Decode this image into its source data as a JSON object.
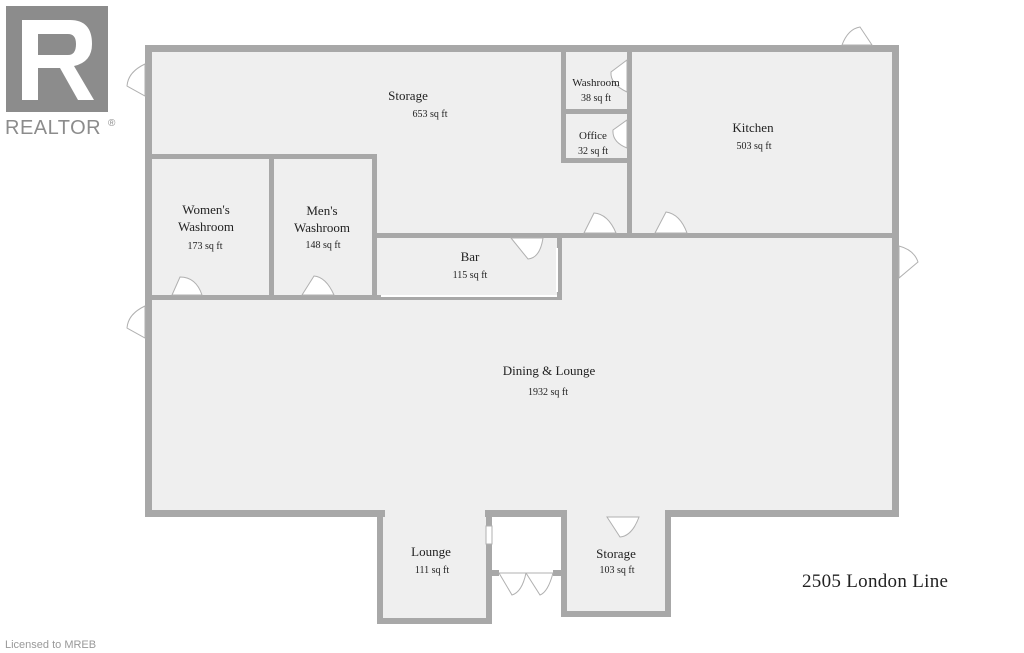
{
  "brand": {
    "name": "REALTOR",
    "mark": "®",
    "logo_icon": "realtor-r-logo-icon"
  },
  "address": "2505 London Line",
  "license": "Licensed to MREB",
  "rooms": {
    "storage_main": {
      "name": "Storage",
      "area": "653 sq ft"
    },
    "washroom_small": {
      "name": "Washroom",
      "area": "38 sq ft"
    },
    "office": {
      "name": "Office",
      "area": "32 sq ft"
    },
    "kitchen": {
      "name": "Kitchen",
      "area": "503 sq ft"
    },
    "womens_washroom": {
      "name_line1": "Women's",
      "name_line2": "Washroom",
      "area": "173 sq ft"
    },
    "mens_washroom": {
      "name_line1": "Men's",
      "name_line2": "Washroom",
      "area": "148 sq ft"
    },
    "bar": {
      "name": "Bar",
      "area": "115 sq ft"
    },
    "dining_lounge": {
      "name": "Dining & Lounge",
      "area": "1932 sq ft"
    },
    "lounge": {
      "name": "Lounge",
      "area": "111 sq ft"
    },
    "storage_small": {
      "name": "Storage",
      "area": "103 sq ft"
    }
  },
  "colors": {
    "wall": "#a8a8a8",
    "floor": "#efefef",
    "text": "#222222",
    "logo": "#8c8c8c"
  }
}
